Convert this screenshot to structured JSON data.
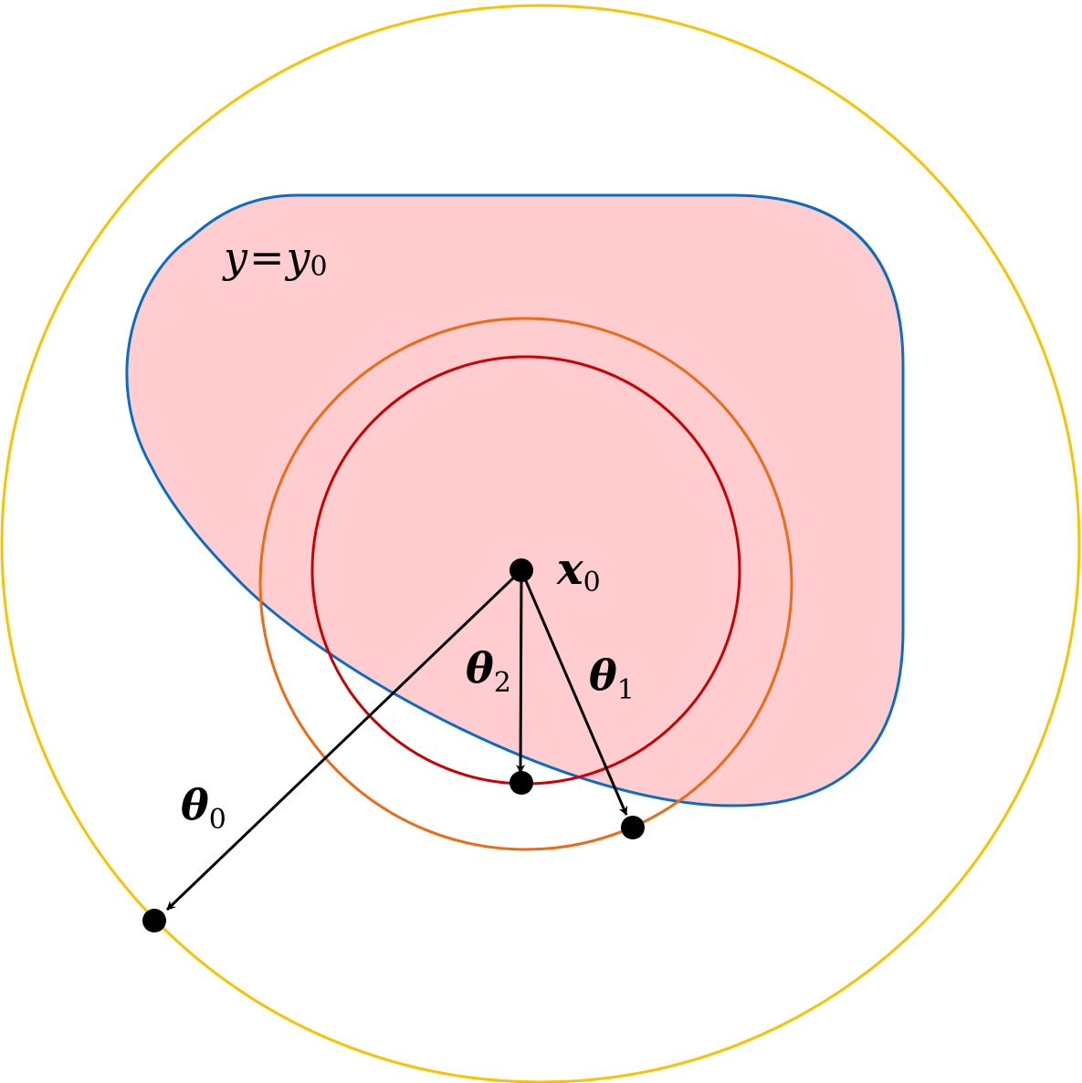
{
  "colors": {
    "region_fill": "#ffcdd0",
    "region_stroke": "#0a6dc2",
    "outer_circle": "#f8c300",
    "middle_circle": "#ef6a14",
    "inner_circle": "#cc0000",
    "arrows": "#000000",
    "points": "#000000"
  },
  "labels": {
    "region": {
      "main": "y",
      "eq": "=",
      "rhs": "y",
      "sub": "0"
    },
    "center": {
      "main": "x",
      "sub": "0"
    },
    "theta0": {
      "main": "θ",
      "sub": "0"
    },
    "theta1": {
      "main": "θ",
      "sub": "1"
    },
    "theta2": {
      "main": "θ",
      "sub": "2"
    }
  }
}
